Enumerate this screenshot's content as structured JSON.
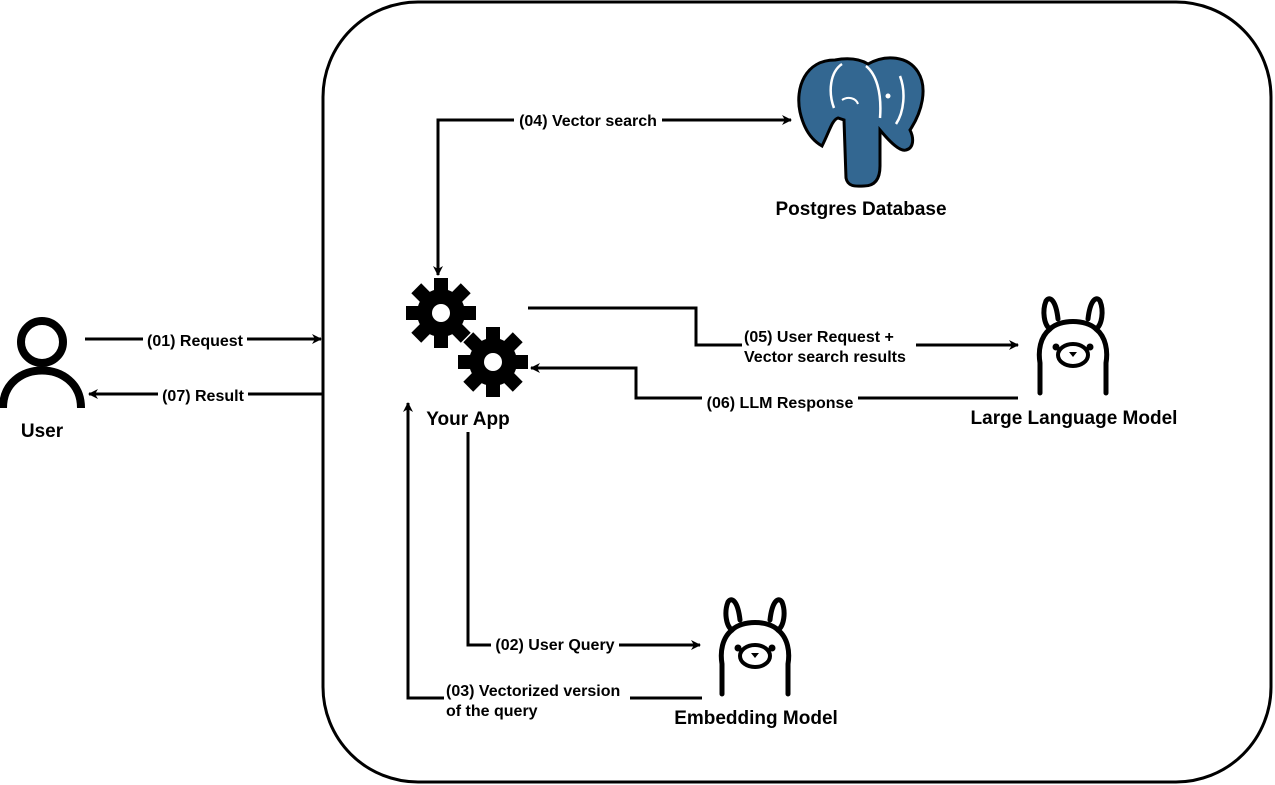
{
  "nodes": {
    "user": {
      "label": "User",
      "icon": "user-icon"
    },
    "app": {
      "label": "Your App",
      "icon": "gears-icon"
    },
    "postgres": {
      "label": "Postgres Database",
      "icon": "postgres-elephant-icon",
      "color": "#336791"
    },
    "llm": {
      "label": "Large Language Model",
      "icon": "llama-icon"
    },
    "embedding": {
      "label": "Embedding Model",
      "icon": "llama-icon"
    }
  },
  "edges": {
    "request": "(01) Request",
    "user_query": "(02) User Query",
    "vectorized_line1": "(03) Vectorized version",
    "vectorized_line2": "of the query",
    "vector_search": "(04) Vector search",
    "user_request_line1": "(05) User Request +",
    "user_request_line2": "Vector search results",
    "llm_response": "(06) LLM Response",
    "result": "(07) Result"
  },
  "colors": {
    "stroke": "#000000",
    "postgres_blue": "#336791",
    "background": "#ffffff"
  }
}
